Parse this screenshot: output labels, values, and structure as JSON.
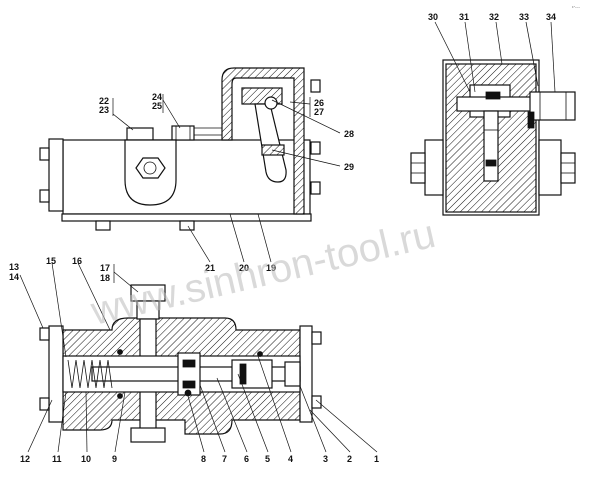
{
  "corner_mark": "1*~~~",
  "watermark": "www.sinhron-tool.ru",
  "callouts": {
    "n1": "1",
    "n2": "2",
    "n3": "3",
    "n4": "4",
    "n5": "5",
    "n6": "6",
    "n7": "7",
    "n8": "8",
    "n9": "9",
    "n10": "10",
    "n11": "11",
    "n12": "12",
    "n13": "13",
    "n14": "14",
    "n15": "15",
    "n16": "16",
    "n17": "17",
    "n18": "18",
    "n19": "19",
    "n20": "20",
    "n21": "21",
    "n22": "22",
    "n23": "23",
    "n24": "24",
    "n25": "25",
    "n26": "26",
    "n27": "27",
    "n28": "28",
    "n29": "29",
    "n30": "30",
    "n31": "31",
    "n32": "32",
    "n33": "33",
    "n34": "34"
  }
}
